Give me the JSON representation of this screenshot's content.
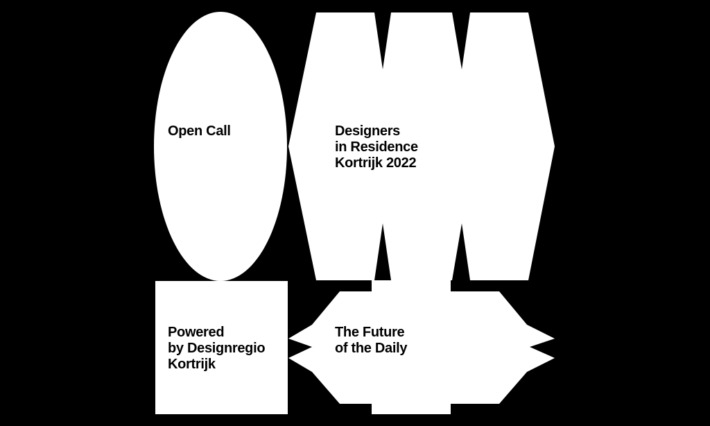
{
  "colors": {
    "background": "#000000",
    "shape_fill": "#ffffff",
    "text": "#000000"
  },
  "blocks": {
    "open_call": {
      "lines": [
        "Open Call"
      ]
    },
    "designers": {
      "lines": [
        "Designers",
        "in Residence",
        "Kortrijk 2022"
      ]
    },
    "powered": {
      "lines": [
        "Powered",
        "by Designregio",
        "Kortrijk"
      ]
    },
    "future": {
      "lines": [
        "The Future",
        "of the Daily"
      ]
    }
  }
}
